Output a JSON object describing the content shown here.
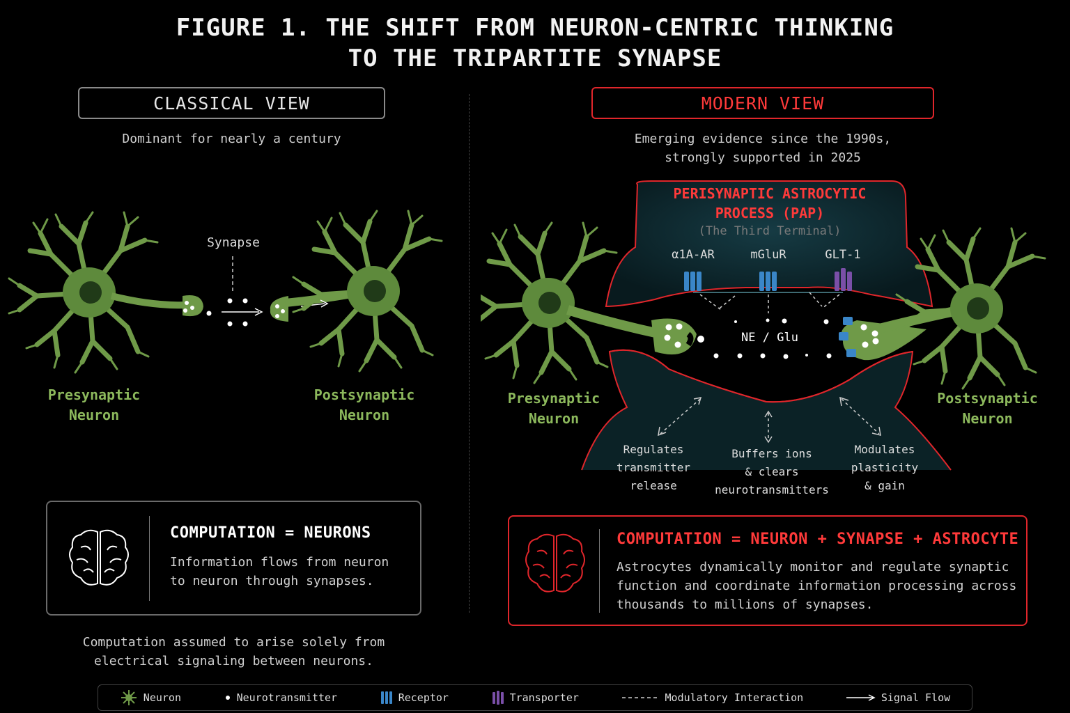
{
  "title": {
    "line1": "FIGURE 1. THE SHIFT FROM NEURON-CENTRIC THINKING",
    "line2": "TO THE TRIPARTITE SYNAPSE"
  },
  "classical": {
    "header": "CLASSICAL VIEW",
    "subtitle": "Dominant for nearly a century",
    "synapse_label": "Synapse",
    "pre_label_1": "Presynaptic",
    "pre_label_2": "Neuron",
    "post_label_1": "Postsynaptic",
    "post_label_2": "Neuron",
    "card_title": "COMPUTATION = NEURONS",
    "card_body_1": "Information flows from neuron",
    "card_body_2": "to neuron through synapses.",
    "footnote_1": "Computation assumed to arise solely from",
    "footnote_2": "electrical signaling between neurons."
  },
  "modern": {
    "header": "MODERN VIEW",
    "subtitle_1": "Emerging evidence since the 1990s,",
    "subtitle_2": "strongly supported in 2025",
    "pap_title_1": "PERISYNAPTIC ASTROCYTIC",
    "pap_title_2": "PROCESS (PAP)",
    "pap_subtitle": "(The Third Terminal)",
    "receptors": [
      "α1A-AR",
      "mGluR",
      "GLT-1"
    ],
    "transmitter_label": "NE / Glu",
    "pre_label_1": "Presynaptic",
    "pre_label_2": "Neuron",
    "post_label_1": "Postsynaptic",
    "post_label_2": "Neuron",
    "functions": [
      {
        "l1": "Regulates",
        "l2": "transmitter",
        "l3": "release"
      },
      {
        "l1": "Buffers ions",
        "l2": "& clears",
        "l3": "neurotransmitters"
      },
      {
        "l1": "Modulates",
        "l2": "plasticity",
        "l3": "& gain"
      }
    ],
    "card_title": "COMPUTATION = NEURON + SYNAPSE + ASTROCYTE",
    "card_body_1": "Astrocytes dynamically monitor and regulate synaptic",
    "card_body_2": "function and coordinate information processing across",
    "card_body_3": "thousands to millions of synapses."
  },
  "legend": {
    "neuron": "Neuron",
    "neurotransmitter": "Neurotransmitter",
    "receptor": "Receptor",
    "transporter": "Transporter",
    "modulatory": "Modulatory Interaction",
    "signal": "Signal Flow"
  },
  "colors": {
    "neuron": "#6f9a48",
    "accent_red": "#e0262b",
    "receptor": "#3a86c8",
    "transporter": "#7a4fa8",
    "astro_fill": "#0f2a30"
  }
}
